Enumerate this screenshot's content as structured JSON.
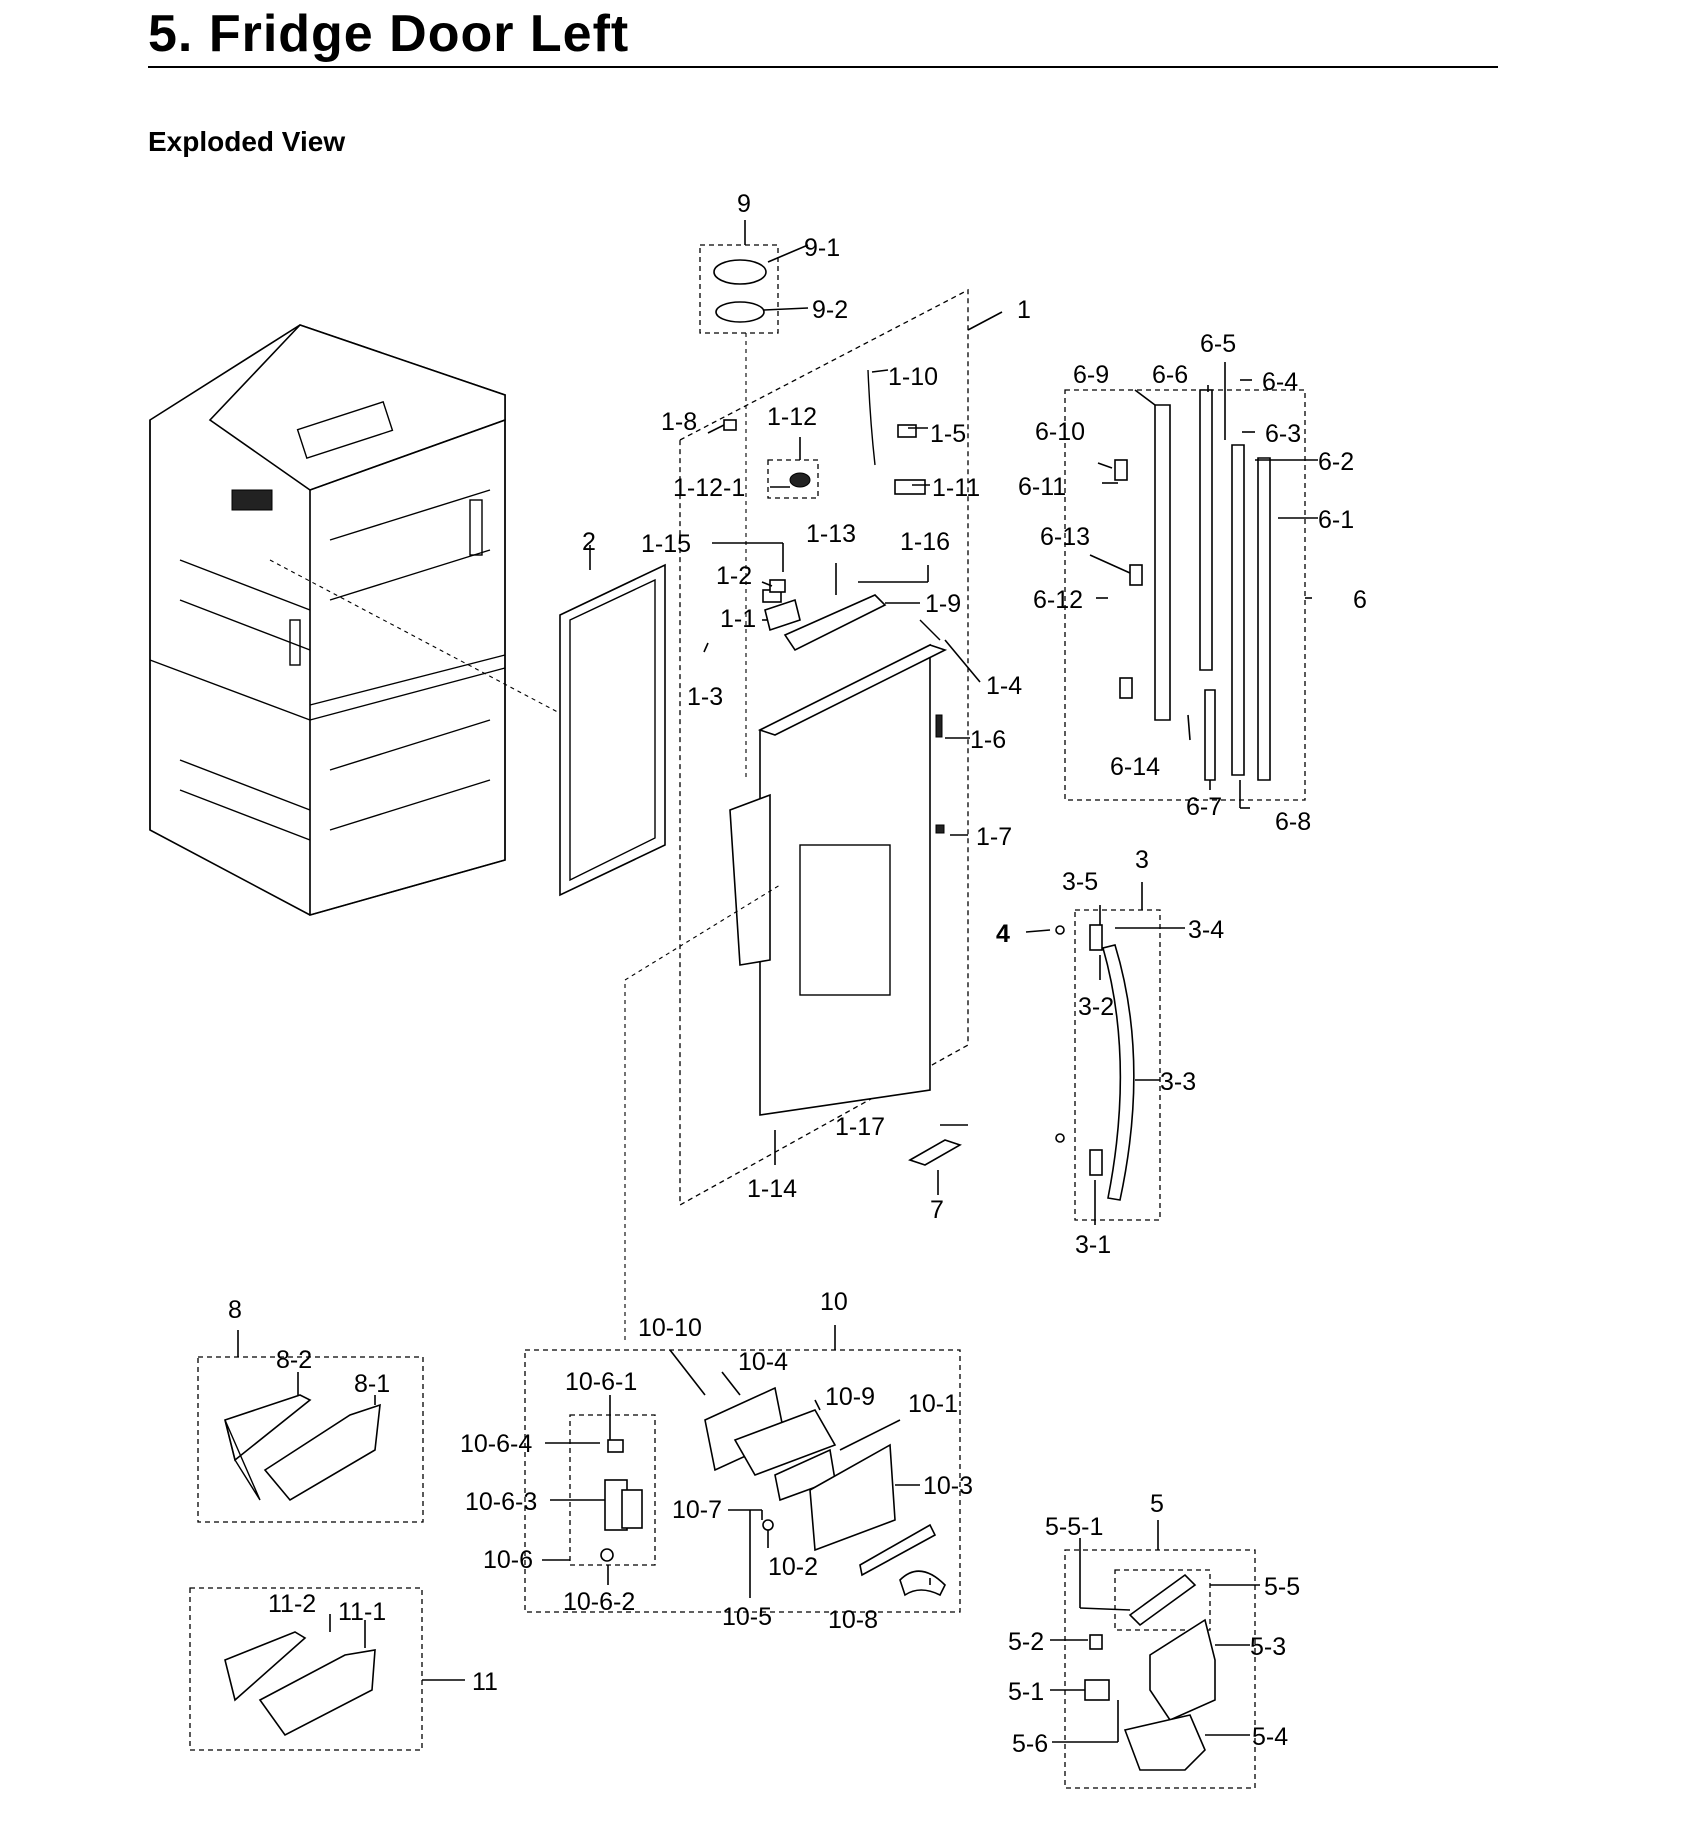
{
  "title": "5.  Fridge Door Left",
  "subtitle": "Exploded View",
  "part_labels": {
    "p1": "1",
    "p1_1": "1-1",
    "p1_2": "1-2",
    "p1_3": "1-3",
    "p1_4": "1-4",
    "p1_5": "1-5",
    "p1_6": "1-6",
    "p1_7": "1-7",
    "p1_8": "1-8",
    "p1_9": "1-9",
    "p1_10": "1-10",
    "p1_11": "1-11",
    "p1_12": "1-12",
    "p1_12_1": "1-12-1",
    "p1_13": "1-13",
    "p1_14": "1-14",
    "p1_15": "1-15",
    "p1_16": "1-16",
    "p1_17": "1-17",
    "p2": "2",
    "p3": "3",
    "p3_1": "3-1",
    "p3_2": "3-2",
    "p3_3": "3-3",
    "p3_4": "3-4",
    "p3_5": "3-5",
    "p4": "4",
    "p5": "5",
    "p5_1": "5-1",
    "p5_2": "5-2",
    "p5_3": "5-3",
    "p5_4": "5-4",
    "p5_5": "5-5",
    "p5_5_1": "5-5-1",
    "p5_6": "5-6",
    "p6": "6",
    "p6_1": "6-1",
    "p6_2": "6-2",
    "p6_3": "6-3",
    "p6_4": "6-4",
    "p6_5": "6-5",
    "p6_6": "6-6",
    "p6_7": "6-7",
    "p6_8": "6-8",
    "p6_9": "6-9",
    "p6_10": "6-10",
    "p6_11": "6-11",
    "p6_12": "6-12",
    "p6_13": "6-13",
    "p6_14": "6-14",
    "p7": "7",
    "p8": "8",
    "p8_1": "8-1",
    "p8_2": "8-2",
    "p9": "9",
    "p9_1": "9-1",
    "p9_2": "9-2",
    "p10": "10",
    "p10_1": "10-1",
    "p10_2": "10-2",
    "p10_3": "10-3",
    "p10_4": "10-4",
    "p10_5": "10-5",
    "p10_6": "10-6",
    "p10_6_1": "10-6-1",
    "p10_6_2": "10-6-2",
    "p10_6_3": "10-6-3",
    "p10_6_4": "10-6-4",
    "p10_7": "10-7",
    "p10_8": "10-8",
    "p10_9": "10-9",
    "p10_10": "10-10",
    "p11": "11",
    "p11_1": "11-1",
    "p11_2": "11-2"
  }
}
